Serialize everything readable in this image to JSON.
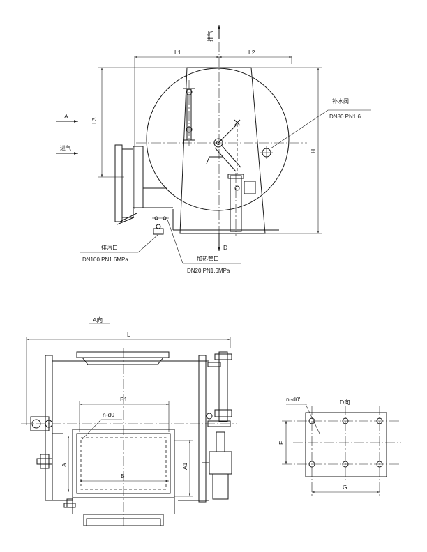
{
  "top_view": {
    "exhaust_label": "排气",
    "dim_l1": "L1",
    "dim_l2": "L2",
    "dim_l3": "L3",
    "dim_h": "H",
    "arrow_a": "A",
    "intake_label": "进气",
    "valve_label": "补水阀",
    "valve_spec": "DN80 PN1.6",
    "drain_label": "排污口",
    "drain_spec": "DN100 PN1.6MPa",
    "heat_label": "加热管口",
    "heat_spec": "DN20 PN1.6MPa",
    "arrow_d": "D"
  },
  "front_view": {
    "view_title": "A向",
    "dim_l": "L",
    "dim_b1": "B1",
    "dim_nd0": "n-d0",
    "dim_a": "A",
    "dim_a1": "A1",
    "dim_b": "B"
  },
  "d_view": {
    "view_title": "D向",
    "dim_nd0p": "n'-d0'",
    "dim_f": "F",
    "dim_g": "G"
  }
}
